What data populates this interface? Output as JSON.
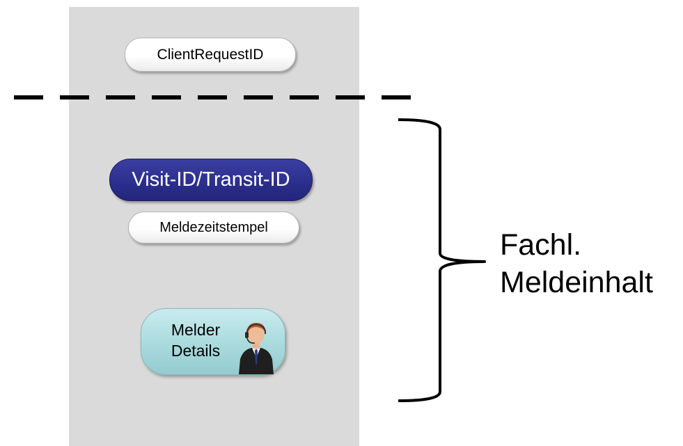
{
  "header_id": {
    "label": "ClientRequestID"
  },
  "content": {
    "visit_id_label": "Visit-ID/Transit-ID",
    "timestamp_label": "Meldezeitstempel",
    "reporter": {
      "line1": "Melder",
      "line2": "Details",
      "icon": "person-with-headset-icon"
    }
  },
  "brace_label": {
    "line1": "Fachl.",
    "line2": "Meldeinhalt"
  },
  "colors": {
    "panel": "#dadada",
    "visit_pill": "#2b2e8c",
    "reporter_pill": "#a9dadd",
    "divider": "#000000"
  }
}
